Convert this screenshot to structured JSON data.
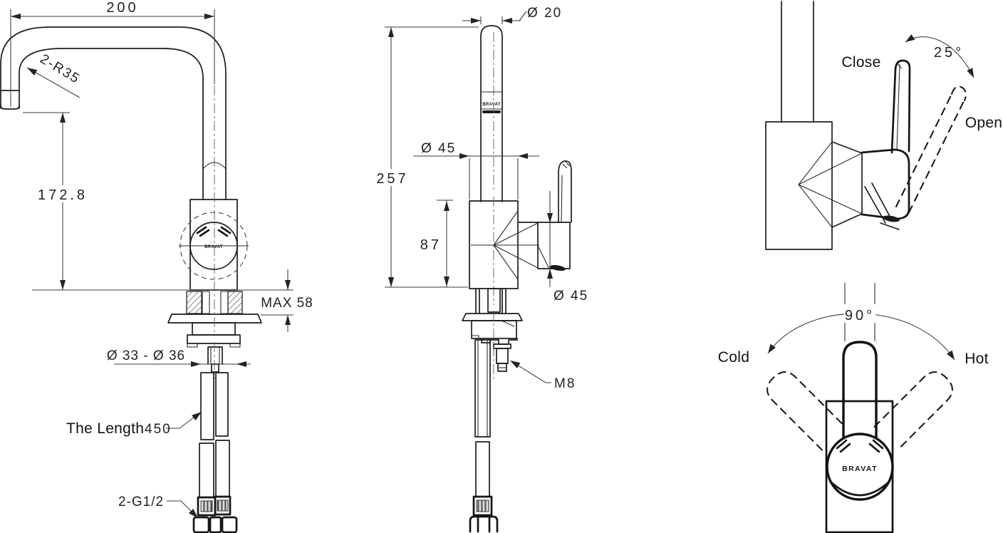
{
  "brand": "BRAVAT",
  "front_view": {
    "dim_reach": "200",
    "dim_bend_radius": "2-R35",
    "dim_outlet_height": "172.8",
    "dim_max_deck_thickness": "MAX 58",
    "dim_mounting_hole": "Ø 33 - Ø 36",
    "hose_length_label": "The Length",
    "hose_length_value": "450",
    "dim_hose_thread": "2-G1/2"
  },
  "side_view": {
    "dim_spout_diameter": "Ø 20",
    "dim_total_height": "257",
    "dim_body_diameter": "Ø 45",
    "dim_body_height": "87",
    "dim_handle_hub_diameter": "Ø 45",
    "dim_fixing_stud": "M8"
  },
  "handle_angle_view": {
    "label_close": "Close",
    "label_open": "Open",
    "dim_open_angle": "25°"
  },
  "handle_swivel_view": {
    "label_cold": "Cold",
    "label_hot": "Hot",
    "dim_swivel_angle": "90°"
  }
}
